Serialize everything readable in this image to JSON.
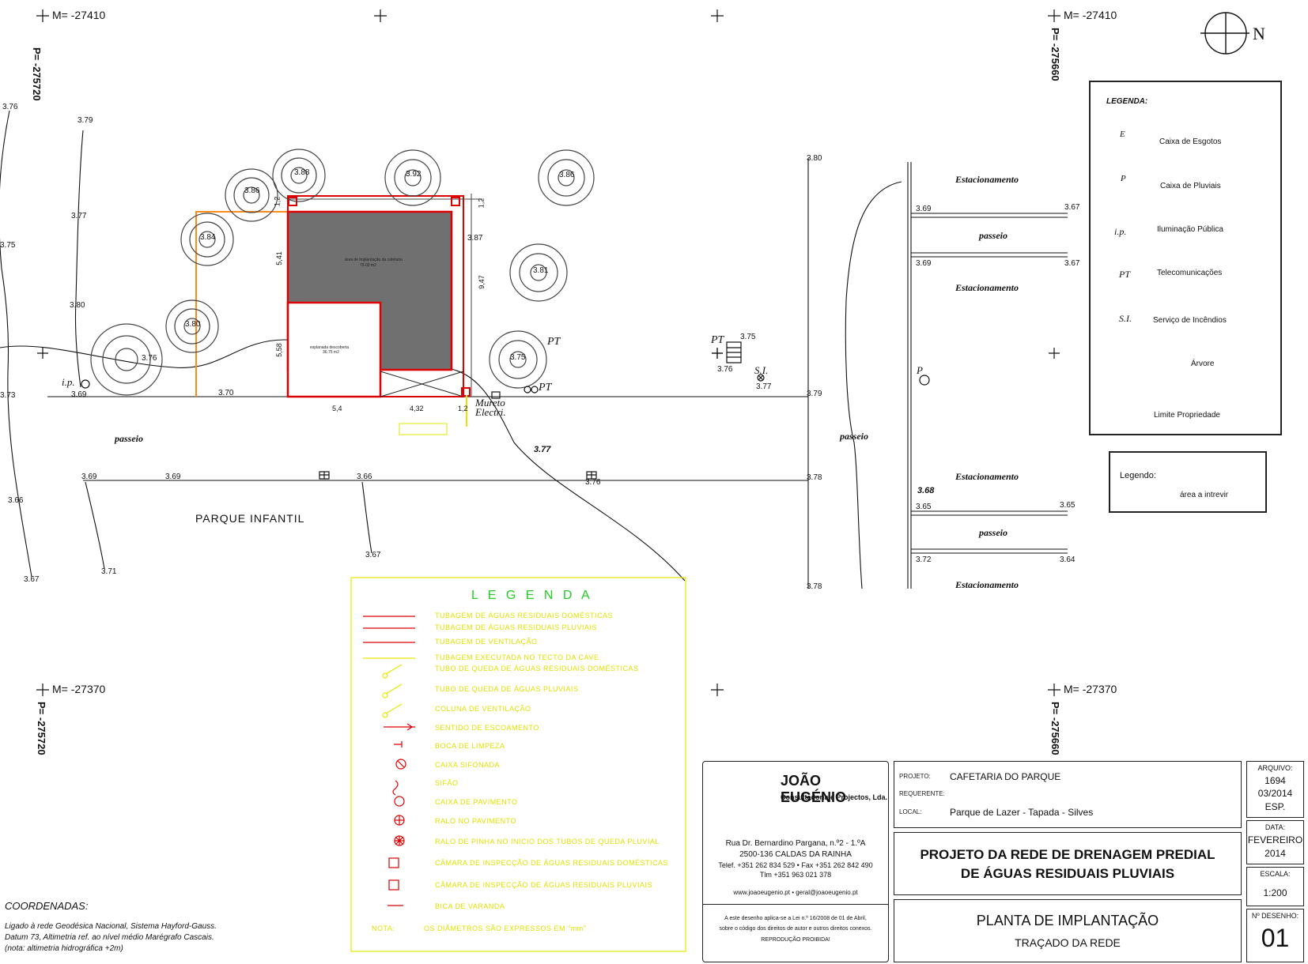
{
  "coords": {
    "m_top_left": "M= -27410",
    "m_top_right": "M= -27410",
    "m_bottom_left": "M= -27370",
    "m_bottom_right": "M= -27370",
    "p_left_top": "P= -275720",
    "p_right_top": "P= -275660",
    "p_left_bottom": "P= -275720",
    "p_right_bottom": "P= -275660"
  },
  "north": "N",
  "site": {
    "building_label": "área de implantação da cafetaria",
    "building_area": "75.00 m2",
    "esplanade_label": "esplanada descoberta",
    "esplanade_area": "36.75 m2",
    "park_label": "PARQUE INFANTIL",
    "mureto": "Mureto",
    "electri": "Electri.",
    "passeio": "passeio",
    "estacionamento": "Estacionamento",
    "pt": "PT",
    "ip": "i.p.",
    "si": "S.I.",
    "p": "P",
    "dims": [
      "5,41",
      "5,58",
      "9,47",
      "5,4",
      "4,32",
      "1,2",
      "1,2",
      "1,2"
    ],
    "elevations": [
      "3.76",
      "3.79",
      "3.77",
      "3.80",
      "3.73",
      "3.75",
      "3.66",
      "3.67",
      "3.71",
      "3.69",
      "3.70",
      "3.88",
      "3.86",
      "3.84",
      "3.80",
      "3.76",
      "3.92",
      "3.87",
      "3.81",
      "3.86",
      "3.75",
      "3.69",
      "3.69",
      "3.66",
      "3.67",
      "3.76",
      "3.78",
      "3.78",
      "3.80",
      "3.79",
      "3.75",
      "3.76",
      "3.77",
      "3.77",
      "3.69",
      "3.67",
      "3.69",
      "3.67",
      "3.68",
      "3.65",
      "3.65",
      "3.72",
      "3.64"
    ]
  },
  "legend": {
    "title": "LEGENDA:",
    "items": [
      "Caixa de Esgotos",
      "Caixa de Pluviais",
      "Iluminação Pública",
      "Telecomunicações",
      "Serviço de Incêndios",
      "Árvore",
      "Limite Propriedade"
    ],
    "esgotos_symbol": "E",
    "pluviais_symbol": "P",
    "ip_symbol": "i.p.",
    "pt_symbol": "PT",
    "si_symbol": "S.I."
  },
  "legend2": {
    "title": "Legendo:",
    "item": "área a intrevir"
  },
  "yellow_legend": {
    "title": "L E G E N D A",
    "items": [
      "TUBAGEM DE ÁGUAS RESIDUAIS DOMÉSTICAS",
      "TUBAGEM DE ÁGUAS RESIDUAIS PLUVIAIS",
      "TUBAGEM DE VENTILAÇÃO",
      "TUBAGEM EXECUTADA NO TECTO DA CAVE",
      "TUBO DE QUEDA DE ÁGUAS RESIDUAIS DOMÉSTICAS",
      "TUBO DE QUEDA DE ÁGUAS PLUVIAIS",
      "COLUNA DE VENTILAÇÃO",
      "SENTIDO DE ESCOAMENTO",
      "BOCA DE LIMPEZA",
      "CAIXA SIFONADA",
      "SIFÃO",
      "CAIXA DE PAVIMENTO",
      "RALO NO PAVIMENTO",
      "RALO DE PINHA NO INICIO DOS TUBOS DE QUEDA PLUVIAL",
      "CÂMARA DE INSPECÇÃO DE ÁGUAS RESIDUAIS DOMÉSTICAS",
      "CÂMARA DE INSPECÇÃO DE ÁGUAS RESIDUAIS PLUVIAIS",
      "BICA DE VARANDA"
    ],
    "note_label": "NOTA:",
    "note": "OS DIÂMETROS SÃO EXPRESSOS EM \"mm\""
  },
  "coordenadas": {
    "title": "COORDENADAS:",
    "line1": "Ligado à rede Geodésica Nacional, Sistema Hayford-Gauss.",
    "line2": "Datum 73, Altimetria ref. ao nível médio Marégrafo Cascais.",
    "line3": "(nota: altimetria hidrográfica +2m)"
  },
  "company": {
    "name": "JOÃO EUGÉNIO",
    "subtitle": "Consultadoria e Projectos, Lda.",
    "address1": "Rua Dr. Bernardino Pargana, n.º2 - 1.ºA",
    "address2": "2500-136 CALDAS DA RAINHA",
    "phone": "Telef. +351 262 834 529  •  Fax +351 262 842 490",
    "mobile": "Tlm  +351 963 021 378",
    "web": "www.joaoeugenio.pt • geral@joaoeugenio.pt",
    "copyright1": "A este desenho aplica-se a Lei n.º 16/2008 de 01 de Abril,",
    "copyright2": "sobre  o  código dos direitos de autor e outros direitos conexos.",
    "copyright3": "REPRODUÇÃO PROIBIDA!"
  },
  "titleblock": {
    "projeto_label": "PROJETO:",
    "projeto": "CAFETARIA DO PARQUE",
    "requerente_label": "REQUERENTE:",
    "requerente": "",
    "local_label": "LOCAL:",
    "local": "Parque de Lazer - Tapada - Silves",
    "main_title_1": "PROJETO DA REDE DE DRENAGEM PREDIAL",
    "main_title_2": "DE ÁGUAS RESIDUAIS PLUVIAIS",
    "sheet_title": "PLANTA DE IMPLANTAÇÃO",
    "sheet_subtitle": "TRAÇADO DA REDE",
    "arquivo_label": "ARQUIVO:",
    "arquivo_1": "1694",
    "arquivo_2": "03/2014",
    "arquivo_3": "ESP.",
    "data_label": "DATA:",
    "data_1": "FEVEREIRO",
    "data_2": "2014",
    "escala_label": "ESCALA:",
    "escala": "1:200",
    "desenho_label": "Nº DESENHO:",
    "desenho": "01"
  },
  "colors": {
    "property_limit": "#ff8c1a",
    "area_intervir": "#dd0000",
    "building": "#707070",
    "yellow": "#e6e600"
  }
}
